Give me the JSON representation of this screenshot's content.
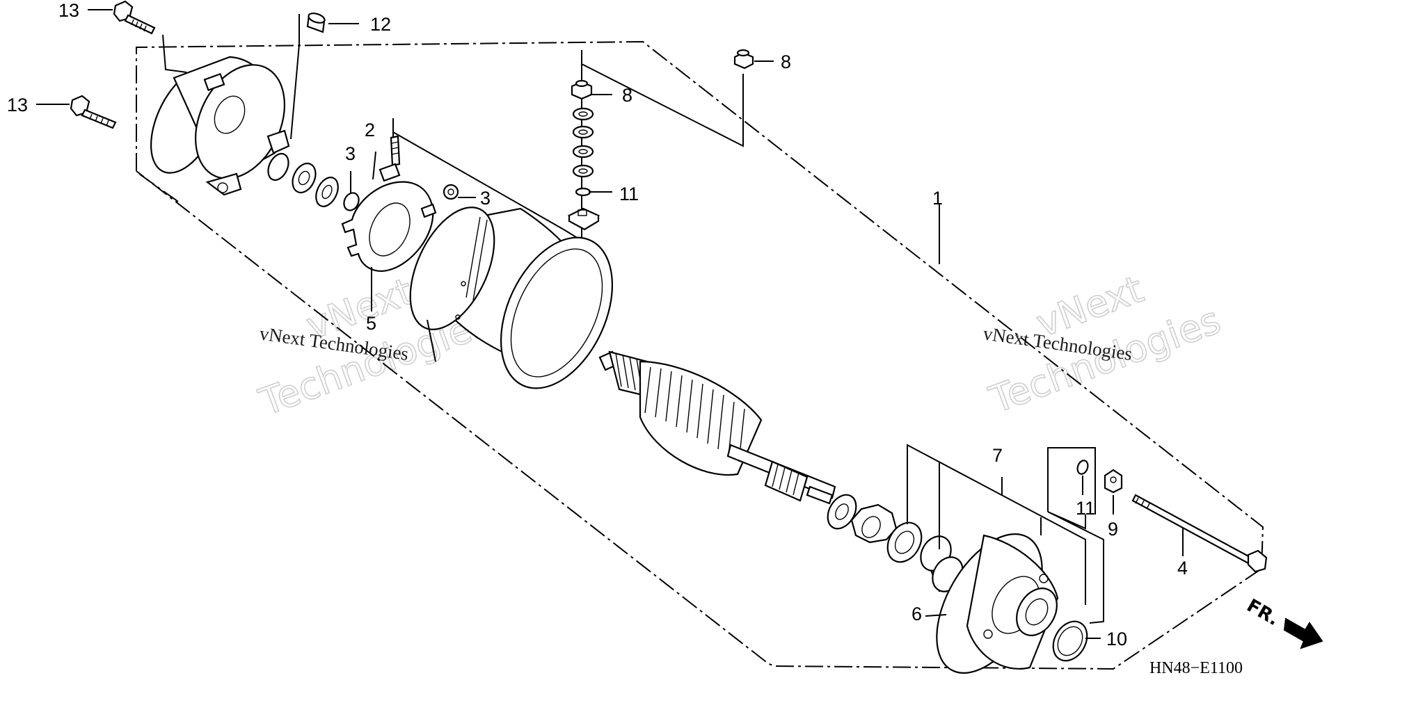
{
  "diagram": {
    "code": "HN48−E1100",
    "direction_label": "FR.",
    "watermark": {
      "brand": "vNext",
      "word": "Technologies",
      "full": "vNext Technologies"
    },
    "callouts": {
      "c1": "1",
      "c2": "2",
      "c3a": "3",
      "c3b": "3",
      "c4": "4",
      "c5": "5",
      "c6": "6",
      "c7": "7",
      "c8a": "8",
      "c8b": "8",
      "c9": "9",
      "c10": "10",
      "c11a": "11",
      "c11b": "11",
      "c12": "12",
      "c13a": "13",
      "c13b": "13"
    }
  }
}
